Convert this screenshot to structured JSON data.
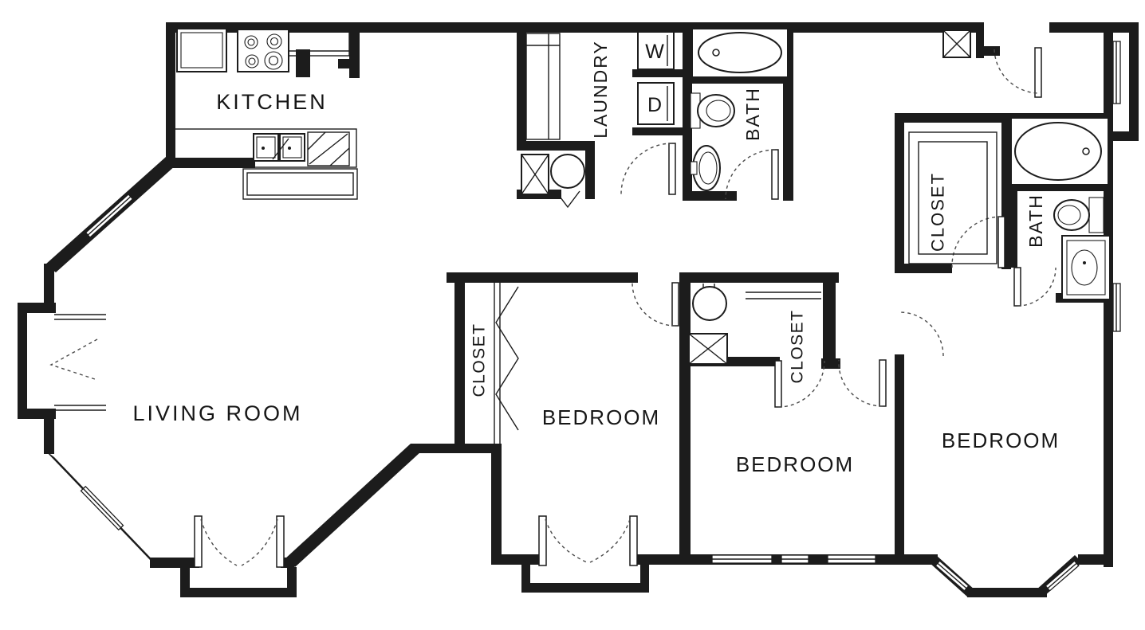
{
  "page": {
    "type": "apartment-floor-plan",
    "background_color": "#ffffff",
    "wall_color": "#1c1c1c"
  },
  "rooms": {
    "kitchen": {
      "label": "KITCHEN"
    },
    "living_room": {
      "label": "LIVING ROOM"
    },
    "laundry": {
      "label": "LAUNDRY"
    },
    "bath_hall": {
      "label": "BATH"
    },
    "bath_master": {
      "label": "BATH"
    },
    "bedroom_left": {
      "label": "BEDROOM"
    },
    "bedroom_middle": {
      "label": "BEDROOM"
    },
    "bedroom_right": {
      "label": "BEDROOM"
    },
    "closet_left": {
      "label": "CLOSET"
    },
    "closet_middle": {
      "label": "CLOSET"
    },
    "closet_right": {
      "label": "CLOSET"
    }
  },
  "appliances": {
    "washer": {
      "label": "W"
    },
    "dryer": {
      "label": "D"
    }
  },
  "fixture_icons": [
    "stove-icon",
    "refrigerator-icon",
    "kitchen-double-sink-icon",
    "dishwasher-icon",
    "pantry-shelves-icon",
    "water-heater-icon",
    "furnace-icon",
    "washer-icon",
    "dryer-icon",
    "bathtub-icon",
    "toilet-icon",
    "pedestal-sink-icon",
    "vanity-sink-icon",
    "door-swing-icon",
    "french-doors-icon",
    "window-icon",
    "closet-shelf-icon",
    "bifold-door-icon"
  ]
}
